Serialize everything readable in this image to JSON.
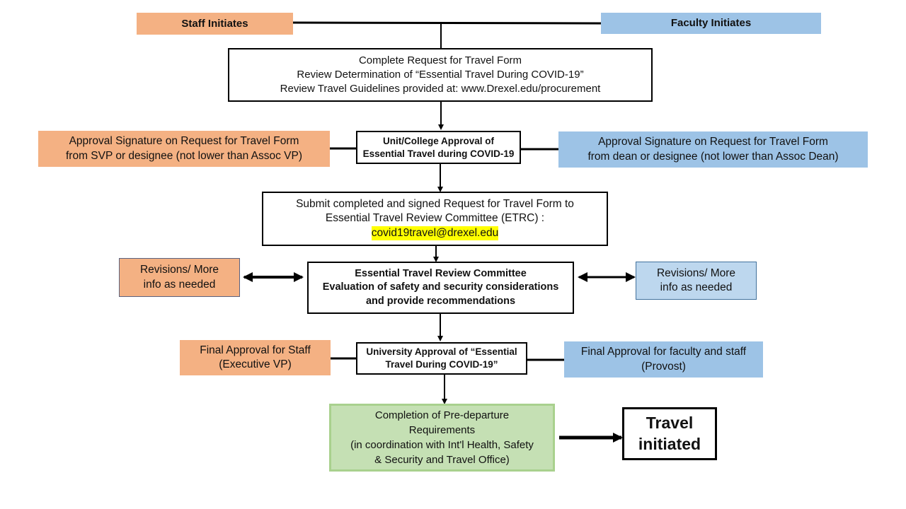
{
  "flowchart": {
    "staff_initiates": "Staff Initiates",
    "faculty_initiates": "Faculty Initiates",
    "request_form": {
      "line1": "Complete Request for Travel Form",
      "line2": "Review Determination of “Essential Travel During COVID-19”",
      "line3": "Review Travel Guidelines provided at:  www.Drexel.edu/procurement"
    },
    "staff_signature": {
      "line1": "Approval Signature on Request for Travel Form",
      "line2": "from SVP or designee  (not lower than Assoc VP)"
    },
    "unit_approval": {
      "line1": "Unit/College Approval of",
      "line2": "Essential Travel during COVID-19"
    },
    "faculty_signature": {
      "line1": "Approval Signature on Request for Travel Form",
      "line2": "from dean or designee  (not lower than Assoc Dean)"
    },
    "submit": {
      "line1": "Submit  completed and signed Request for Travel Form to",
      "line2": "Essential Travel Review Committee (ETRC) :",
      "email": "covid19travel@drexel.edu"
    },
    "staff_revisions": {
      "line1": "Revisions/ More",
      "line2": "info as needed"
    },
    "etrc": {
      "line1": "Essential Travel  Review Committee",
      "line2": "Evaluation of safety and security considerations",
      "line3": "and provide recommendations"
    },
    "faculty_revisions": {
      "line1": "Revisions/ More",
      "line2": "info as needed"
    },
    "staff_final": {
      "line1": "Final Approval for Staff",
      "line2": "(Executive VP)"
    },
    "university_approval": {
      "line1": "University Approval of “Essential",
      "line2": "Travel During COVID-19”"
    },
    "faculty_final": {
      "line1": "Final Approval for faculty and staff",
      "line2": "(Provost)"
    },
    "predeparture": {
      "line1": "Completion of Pre-departure",
      "line2": "Requirements",
      "line3": "(in coordination with Int'l Health, Safety",
      "line4": "& Security and Travel Office)"
    },
    "travel_initiated": {
      "line1": "Travel",
      "line2": "initiated"
    }
  },
  "colors": {
    "staff": "#f4b183",
    "faculty": "#9dc3e6",
    "revision_faculty": "#bdd7ee",
    "predeparture": "#c5e0b4",
    "highlight": "#ffff00"
  }
}
